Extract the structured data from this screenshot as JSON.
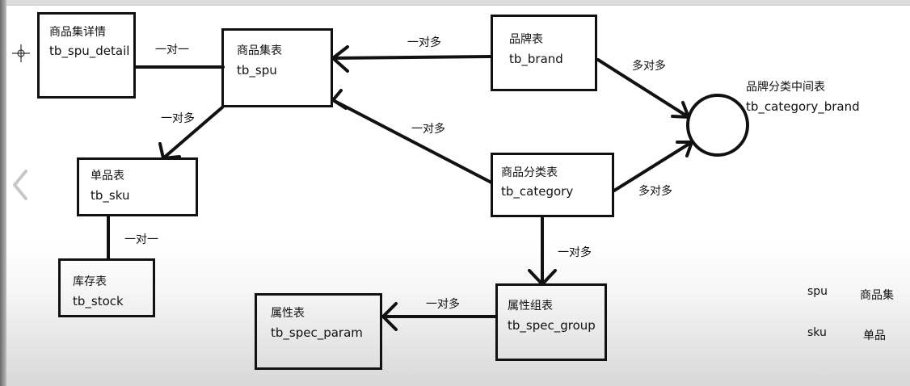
{
  "tables": {
    "spu_detail": {
      "name": "商品集详情",
      "code": "tb_spu_detail"
    },
    "spu": {
      "name": "商品集表",
      "code": "tb_spu"
    },
    "brand": {
      "name": "品牌表",
      "code": "tb_brand"
    },
    "category_brand": {
      "name": "品牌分类中间表",
      "code": "tb_category_brand"
    },
    "sku": {
      "name": "单品表",
      "code": "tb_sku"
    },
    "category": {
      "name": "商品分类表",
      "code": "tb_category"
    },
    "stock": {
      "name": "库存表",
      "code": "tb_stock"
    },
    "spec_param": {
      "name": "属性表",
      "code": "tb_spec_param"
    },
    "spec_group": {
      "name": "属性组表",
      "code": "tb_spec_group"
    }
  },
  "relations": {
    "detail_spu": "一对一",
    "brand_spu": "一对多",
    "spu_sku": "一对多",
    "category_spu": "一对多",
    "brand_catbrand": "多对多",
    "category_catbrand": "多对多",
    "sku_stock": "一对一",
    "category_group": "一对多",
    "group_param": "一对多"
  },
  "legend": [
    {
      "term": "spu",
      "meaning": "商品集"
    },
    {
      "term": "sku",
      "meaning": "单品"
    }
  ],
  "icons": {
    "prev": "chevron-left-icon",
    "cursor": "crosshair-icon"
  },
  "colors": {
    "line": "#111111",
    "nav": "#c7c7c7"
  }
}
